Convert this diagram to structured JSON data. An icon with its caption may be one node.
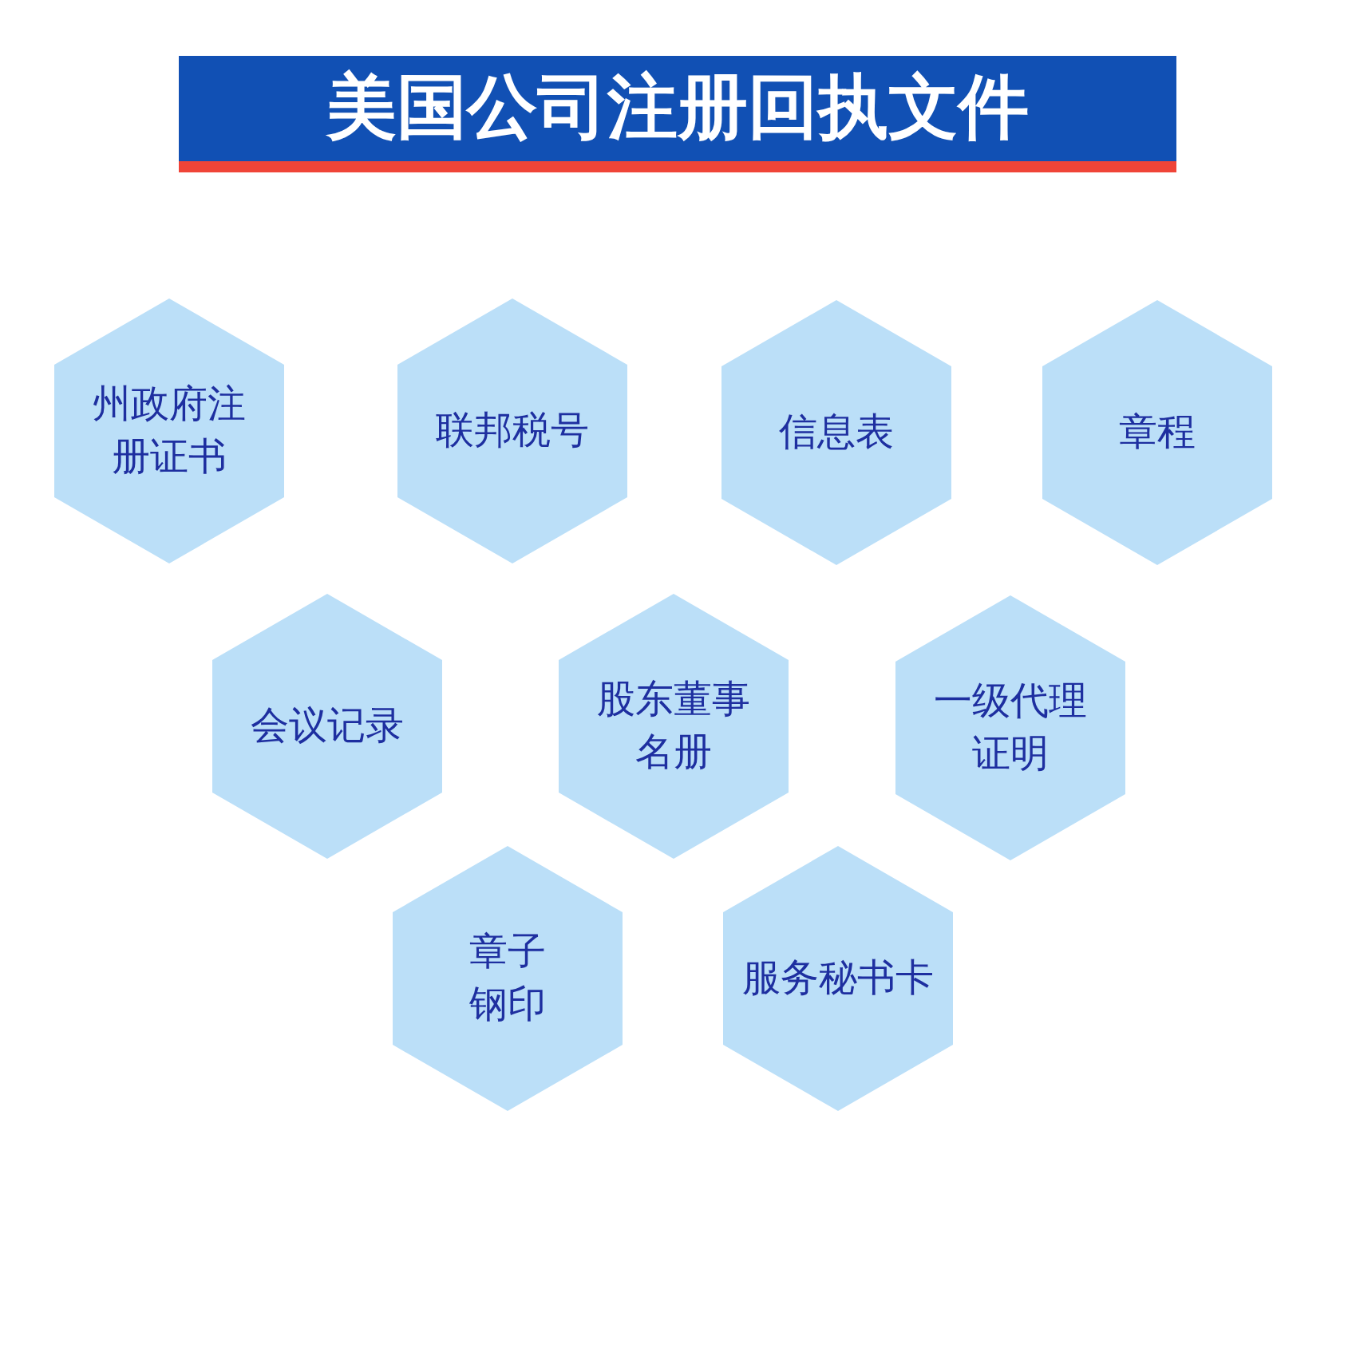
{
  "diagram": {
    "title": "美国公司注册回执文件",
    "nodes": [
      {
        "text": [
          "州政府注册证书"
        ]
      },
      {
        "text": [
          "联邦税号"
        ]
      },
      {
        "text": [
          "信息表"
        ]
      },
      {
        "text": [
          "章程"
        ]
      },
      {
        "text": [
          "会议记录"
        ]
      },
      {
        "text": [
          "股东董事名册"
        ]
      },
      {
        "text": [
          "一级代理证明"
        ]
      },
      {
        "text": [
          "章子钢印"
        ]
      },
      {
        "text": [
          "服务秘书卡"
        ]
      }
    ]
  }
}
